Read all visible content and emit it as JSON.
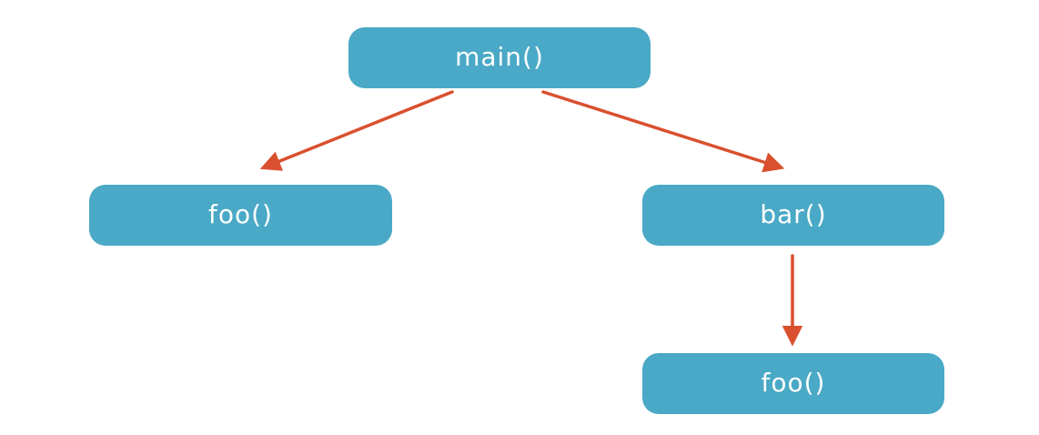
{
  "diagram": {
    "type": "call-graph",
    "nodes": [
      {
        "id": "main",
        "label": "main()"
      },
      {
        "id": "foo-left",
        "label": "foo()"
      },
      {
        "id": "bar",
        "label": "bar()"
      },
      {
        "id": "foo-right",
        "label": "foo()"
      }
    ],
    "edges": [
      {
        "from": "main",
        "to": "foo-left"
      },
      {
        "from": "main",
        "to": "bar"
      },
      {
        "from": "bar",
        "to": "foo-right"
      }
    ]
  },
  "colors": {
    "node": "#4AA9C6",
    "arrow": "#D9502E",
    "text": "#FFFFFF",
    "background": "#FFFFFF"
  }
}
